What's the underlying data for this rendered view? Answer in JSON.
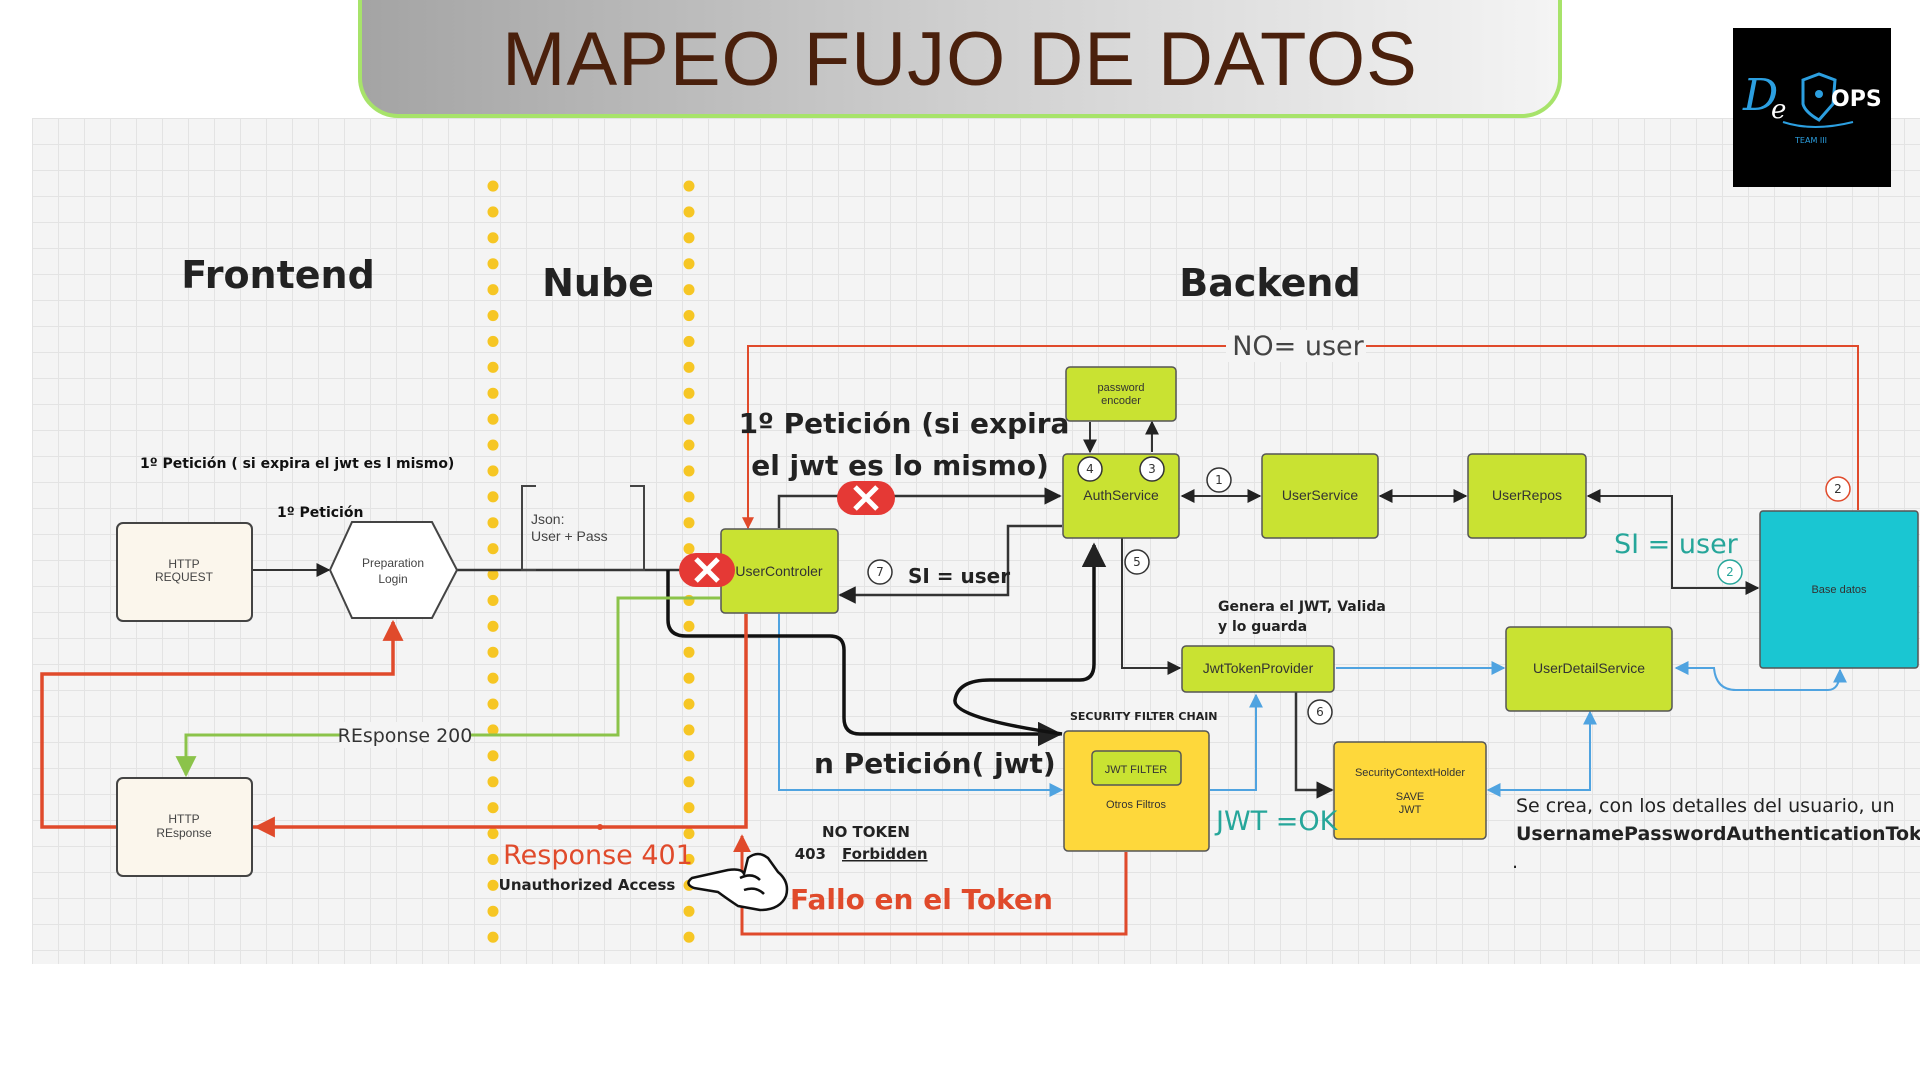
{
  "title": "MAPEO FUJO DE DATOS",
  "logo": {
    "text_a": "D",
    "text_b": "e",
    "text_c": "OPS",
    "team": "TEAM III"
  },
  "sections": {
    "frontend": "Frontend",
    "nube": "Nube",
    "backend": "Backend"
  },
  "nodes": {
    "http_request": [
      "HTTP",
      "REQUEST"
    ],
    "preparation_login": [
      "Preparation",
      "Login"
    ],
    "json_box": [
      "Json:",
      "User + Pass"
    ],
    "user_controler": "UserControler",
    "password_encoder": [
      "password",
      "encoder"
    ],
    "auth_service": "AuthService",
    "user_service": "UserService",
    "user_repos": "UserRepos",
    "base_datos": "Base datos",
    "jwt_token_provider": "JwtTokenProvider",
    "user_detail_service": "UserDetailService",
    "jwt_filter": "JWT FILTER",
    "otros_filtros": "Otros Filtros",
    "security_context_holder": [
      "SecurityContextHolder",
      "SAVE",
      "JWT"
    ],
    "http_response": [
      "HTTP",
      "REsponse"
    ]
  },
  "labels": {
    "first_request_note": "1º Petición ( si expira el jwt es l mismo)",
    "first_request": "1º Petición",
    "first_request_big": [
      "1º Petición (si expira",
      "el jwt es lo mismo)"
    ],
    "no_user": "NO= user",
    "si_user_left": "SI = user",
    "si_user_right": "SI = user",
    "genera_jwt": [
      "Genera el JWT, Valida",
      "y lo guarda"
    ],
    "security_filter_chain": "SECURITY FILTER CHAIN",
    "n_request": "n Petición( jwt)",
    "no_token": "NO TOKEN",
    "forbidden_code": "403",
    "forbidden": "Forbidden",
    "jwt_ok": "JWT =OK",
    "response_200": "REsponse 200",
    "response_401": "Response 401",
    "unauthorized": "Unauthorized Access",
    "fallo_token": "Fallo en el Token",
    "se_crea": "Se crea, con los detalles del usuario, un",
    "username_token": "UsernamePasswordAuthenticationToken",
    "dot": "."
  },
  "steps": [
    "1",
    "2",
    "3",
    "4",
    "5",
    "6",
    "7",
    "2"
  ],
  "colors": {
    "lime": "#c9e232",
    "yellow": "#fed83b",
    "cyan": "#1ac6d2",
    "red": "#e04a2b",
    "green": "#8bc34a",
    "blue": "#4fa3e0",
    "teal": "#26a69a",
    "title": "#4a200c",
    "dots": "#f6c624"
  }
}
